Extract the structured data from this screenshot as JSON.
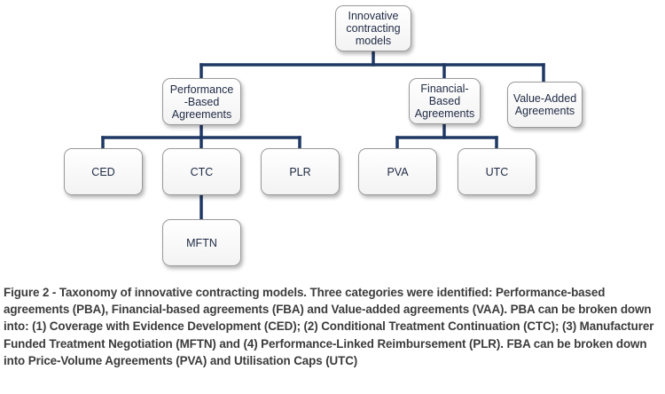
{
  "diagram": {
    "nodes": {
      "root": "Innovative\ncontracting\nmodels",
      "pba": "Performance\n-Based\nAgreements",
      "fba": "Financial-\nBased\nAgreements",
      "vaa": "Value-Added\nAgreements",
      "ced": "CED",
      "ctc": "CTC",
      "plr": "PLR",
      "mftn": "MFTN",
      "pva": "PVA",
      "utc": "UTC"
    },
    "connector_color": "#1f3864"
  },
  "caption": "Figure 2 - Taxonomy of innovative contracting models. Three categories were identified: Performance-based agreements (PBA), Financial-based agreements (FBA) and Value-added agreements (VAA). PBA can be broken down into: (1) Coverage with Evidence Development (CED); (2) Conditional Treatment Continuation (CTC); (3) Manufacturer Funded Treatment Negotiation (MFTN) and (4) Performance-Linked Reimbursement (PLR). FBA can be broken down into Price-Volume Agreements (PVA) and Utilisation Caps (UTC)"
}
